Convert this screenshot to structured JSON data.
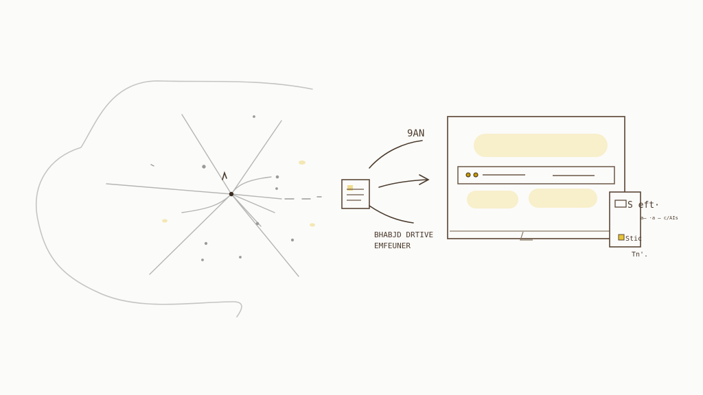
{
  "labels": {
    "arrow_top": "9AN",
    "arrow_bottom_line1": "BHABJD DRTIVE",
    "arrow_bottom_line2": "EMFEUNER",
    "side_panel_title": "S eft·",
    "side_panel_caption": "a̶ ·a ̶ c/AIs",
    "side_panel_item": "Stic",
    "side_panel_footer": "Tn'."
  },
  "colors": {
    "ink": "#5a4636",
    "pencil": "#a7a7a7",
    "highlight": "#f7eec7",
    "accent_dot": "#c9a400"
  }
}
